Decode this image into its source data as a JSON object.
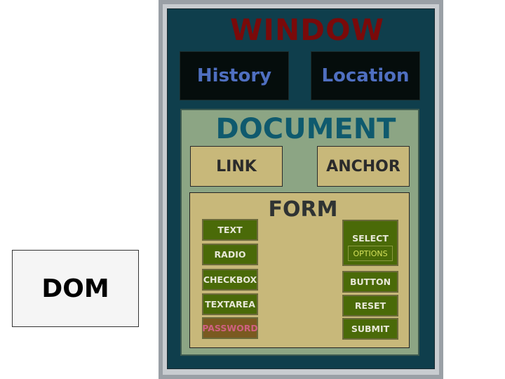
{
  "dom_label": "DOM",
  "window": {
    "title": "WINDOW",
    "history": "History",
    "location": "Location"
  },
  "document": {
    "title": "DOCUMENT",
    "link": "LINK",
    "anchor": "ANCHOR"
  },
  "form": {
    "title": "FORM",
    "left_fields": [
      "TEXT",
      "RADIO",
      "CHECKBOX",
      "TEXTAREA",
      "PASSWORD"
    ],
    "select": "SELECT",
    "options": "OPTIONS",
    "right_fields": [
      "BUTTON",
      "RESET",
      "SUBMIT"
    ]
  },
  "colors": {
    "window_bg": "#0f3e4c",
    "window_title": "#7a0a0a",
    "nav_text": "#4f6fc0",
    "document_bg": "#8ca584",
    "document_title": "#0f5a6e",
    "tan": "#c8b87a",
    "field_bg": "#4a6a08",
    "password_text": "#d06080"
  }
}
